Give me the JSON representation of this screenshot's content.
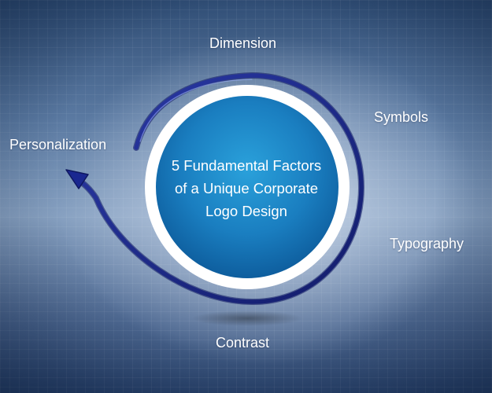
{
  "center": {
    "title_lines": [
      "5 Fundamental Factors",
      "of a Unique Corporate",
      "Logo Design"
    ]
  },
  "factors": [
    "Dimension",
    "Symbols",
    "Typography",
    "Contrast",
    "Personalization"
  ],
  "colors": {
    "circle_fill": "#1d7fc0",
    "circle_ring": "#ffffff",
    "arrow": "#1c2a8a",
    "text": "#ffffff"
  },
  "icons": {
    "arrow": "curved-arrow-icon"
  }
}
